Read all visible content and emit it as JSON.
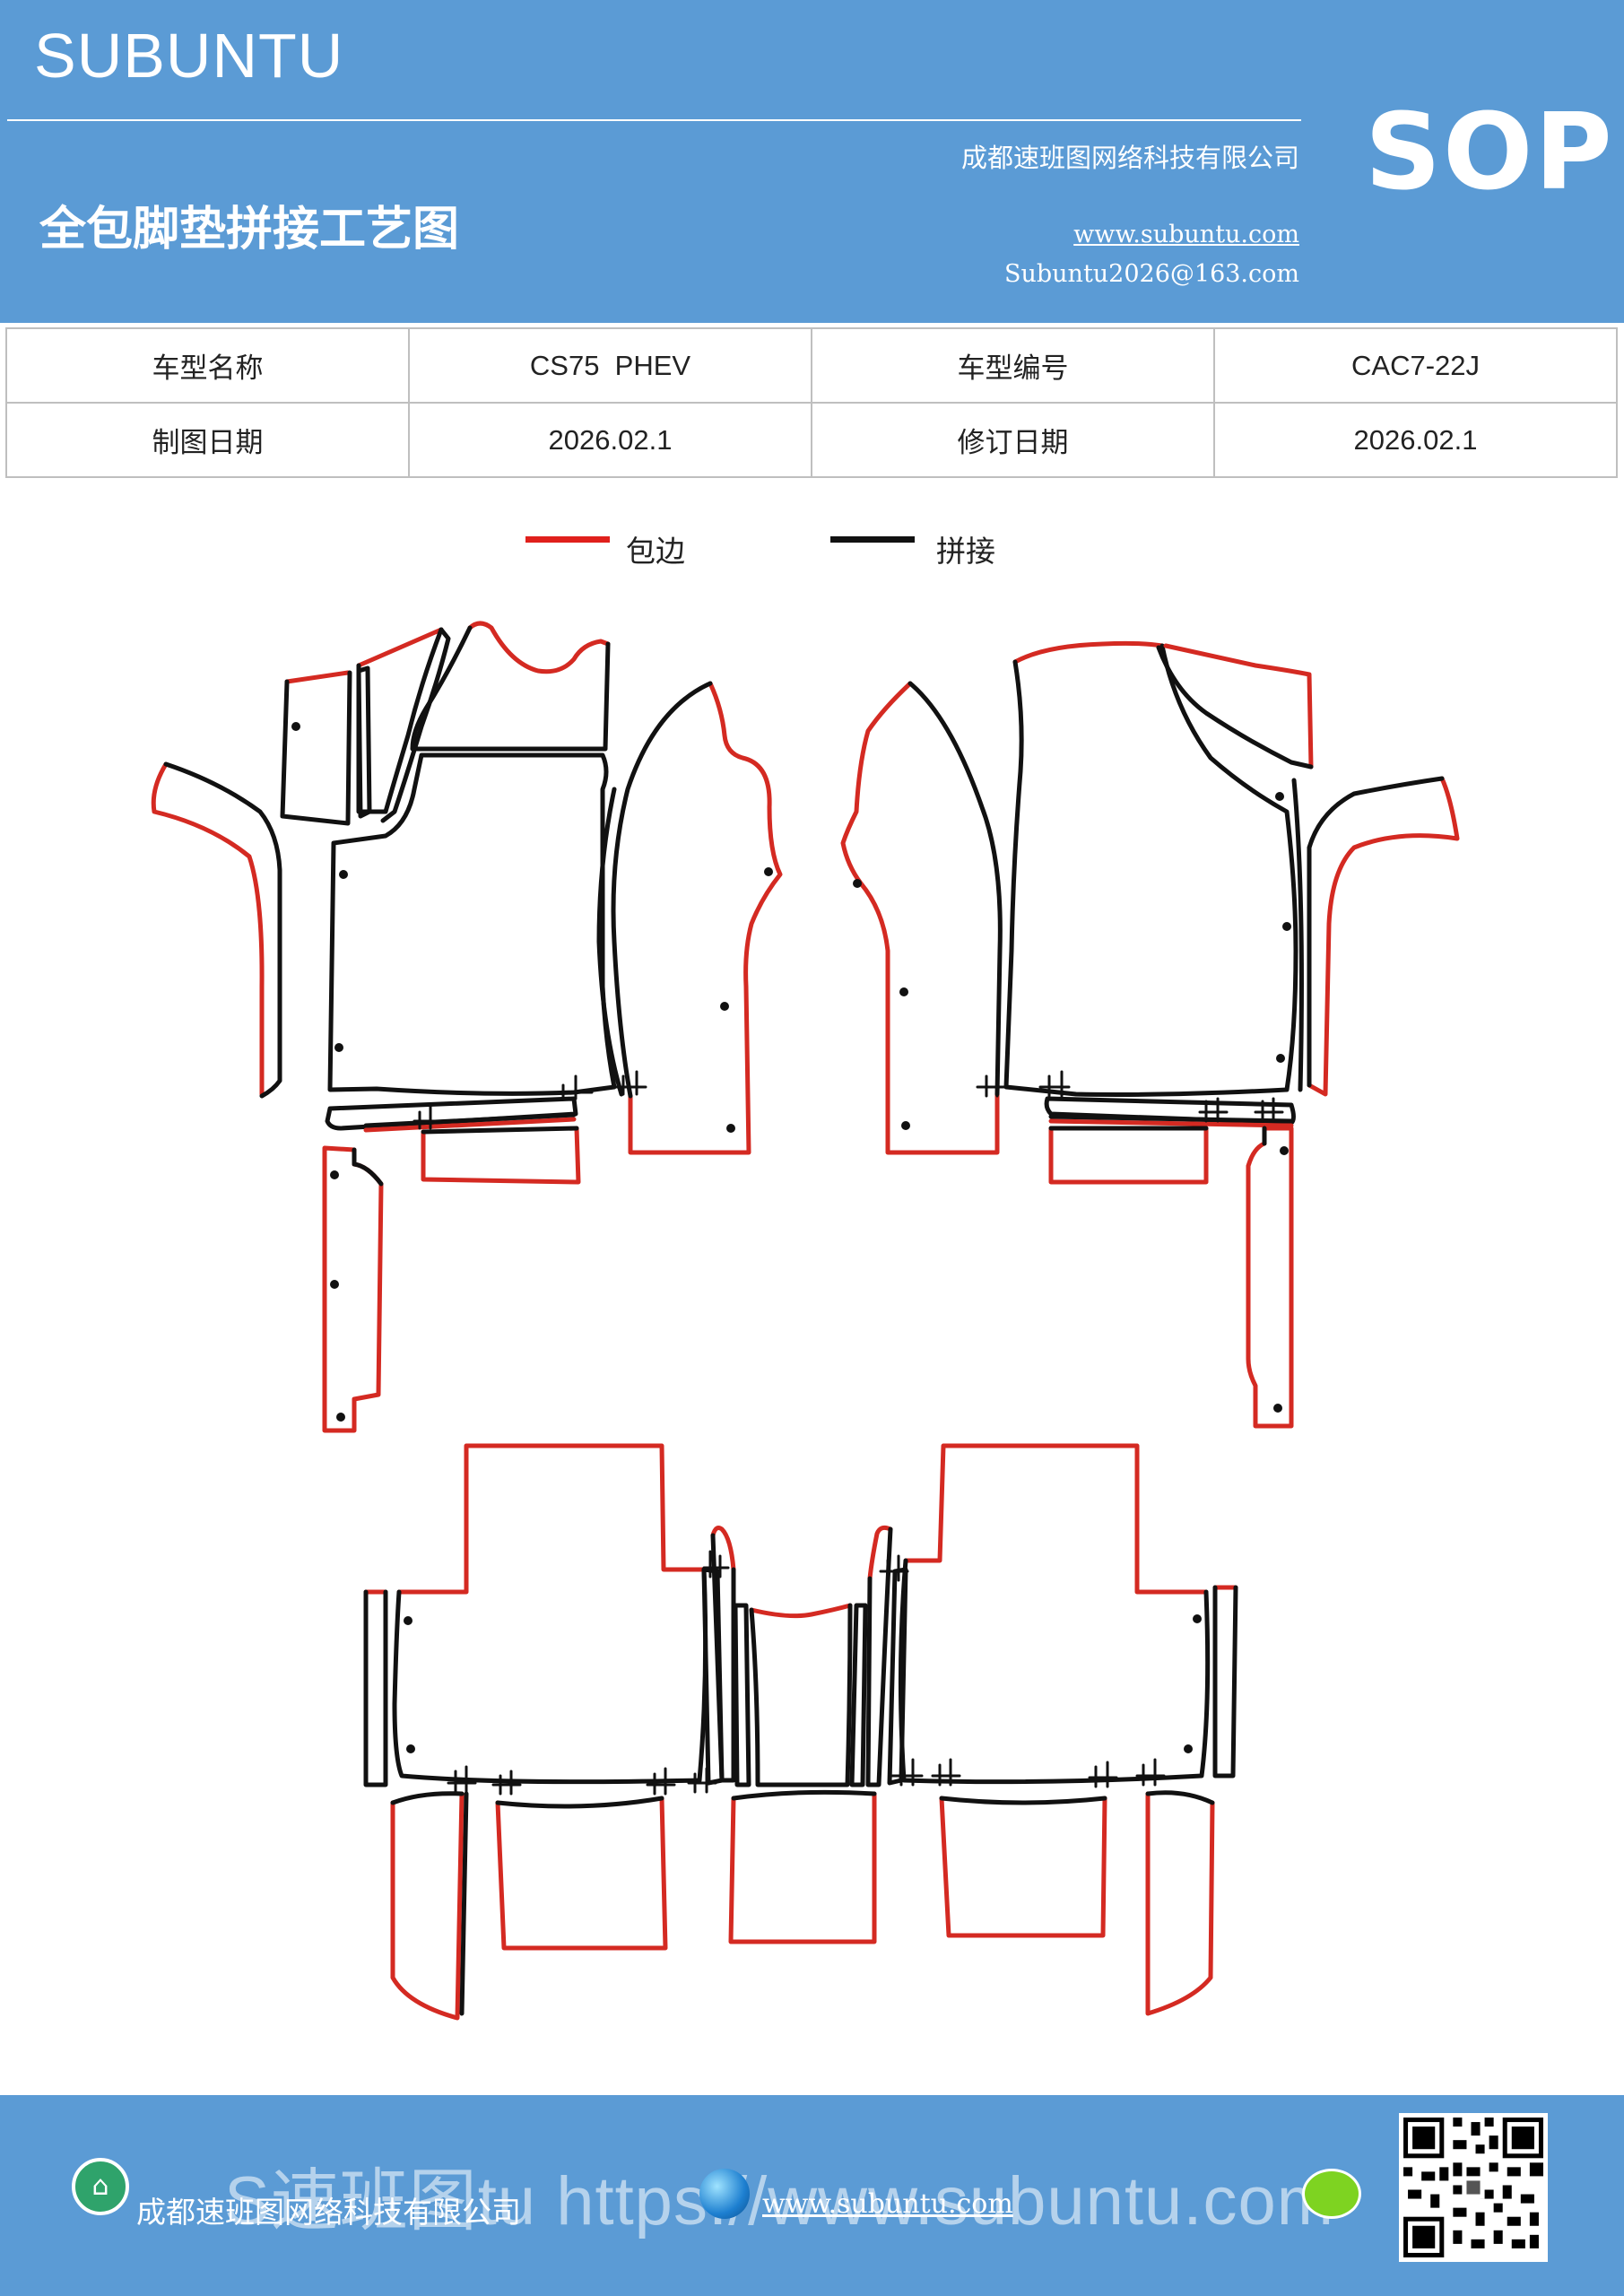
{
  "header": {
    "brand": "SUBUNTU",
    "title": "全包脚垫拼接工艺图",
    "company": "成都速班图网络科技有限公司",
    "website": "www.subuntu.com",
    "email": "Subuntu2026@163.com",
    "badge": "SOP",
    "background_color": "#5b9bd5"
  },
  "info_table": {
    "rows": [
      {
        "label1": "车型名称",
        "value1": "CS75  PHEV",
        "label2": "车型编号",
        "value2": "CAC7-22J"
      },
      {
        "label1": "制图日期",
        "value1": "2026.02.1",
        "label2": "修订日期",
        "value2": "2026.02.1"
      }
    ]
  },
  "legend": {
    "items": [
      {
        "label": "包边",
        "color": "#e0201c"
      },
      {
        "label": "拼接",
        "color": "#111111"
      }
    ]
  },
  "footer": {
    "company": "成都速班图网络科技有限公司",
    "website": "www.subuntu.com",
    "watermark": "S速班图tu https://www.subuntu.com",
    "icons": [
      "building-icon",
      "globe-icon",
      "wechat-icon",
      "qr-code"
    ]
  }
}
